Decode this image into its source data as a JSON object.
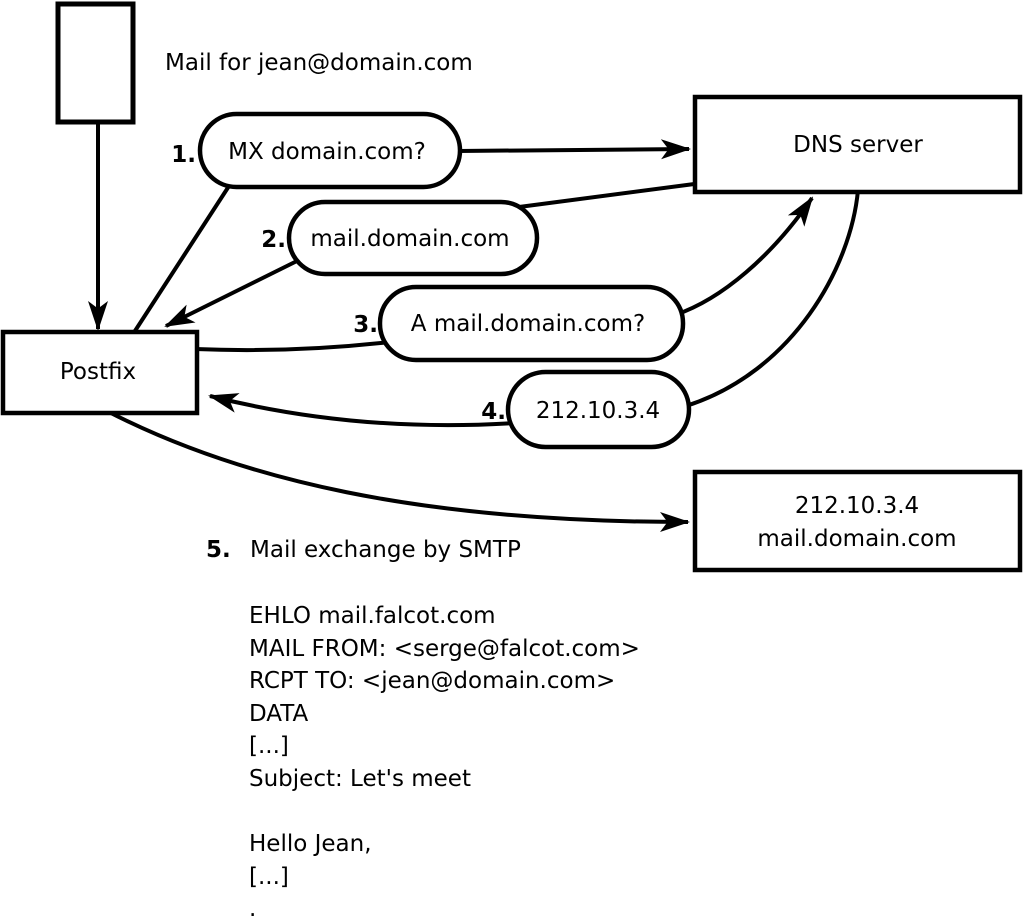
{
  "title_label": "Mail for jean@domain.com",
  "colors": {
    "stroke": "#000000",
    "background": "#ffffff"
  },
  "nodes": {
    "postfix": "Postfix",
    "dns_server": "DNS server",
    "mail_server_line1": "212.10.3.4",
    "mail_server_line2": "mail.domain.com"
  },
  "steps": [
    {
      "num": "1.",
      "label": "MX domain.com?"
    },
    {
      "num": "2.",
      "label": "mail.domain.com"
    },
    {
      "num": "3.",
      "label": "A mail.domain.com?"
    },
    {
      "num": "4.",
      "label": "212.10.3.4"
    },
    {
      "num": "5.",
      "label": "Mail exchange by SMTP"
    }
  ],
  "smtp_session": "EHLO mail.falcot.com\nMAIL FROM: <serge@falcot.com>\nRCPT TO: <jean@domain.com>\nDATA\n[...]\nSubject: Let's meet\n\nHello Jean,\n[...]\n."
}
